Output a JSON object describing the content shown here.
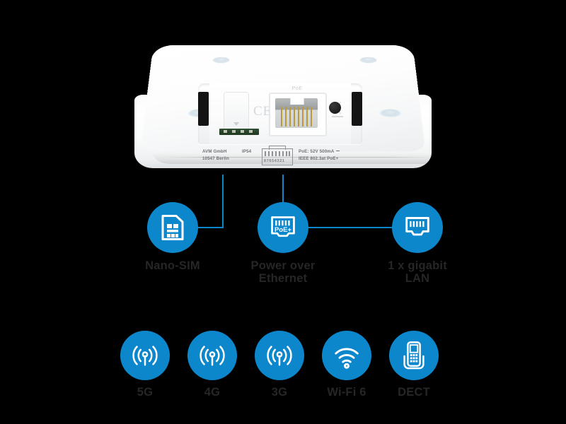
{
  "page": {
    "background_color": "#000000",
    "accent_color": "#0d87cc",
    "label_color": "#262626"
  },
  "device": {
    "name": "avm-router-device",
    "description": "White AVM FRITZ!Box router seen from above with recessed port bay",
    "ports": {
      "sim_slot": "Nano-SIM slot",
      "ethernet_port": "RJ45 PoE+ port",
      "reset_button": "reset button",
      "poe_marking": "PoE"
    },
    "printed_label": {
      "manufacturer": "AVM GmbH",
      "city": "10547 Berlin",
      "ingress_protection": "IP54",
      "pinout_numbers": "87654321",
      "power": "PoE: 52V 500mA",
      "standard": "IEEE 802.3at PoE+"
    }
  },
  "connectivity_nodes": [
    {
      "id": "nano-sim",
      "icon": "sim-card-icon",
      "label_line1": "Nano-SIM",
      "label_line2": ""
    },
    {
      "id": "poe",
      "icon": "poe-port-icon",
      "label_line1": "Power over",
      "label_line2": "Ethernet",
      "icon_text": "PoE+"
    },
    {
      "id": "gigabit-lan",
      "icon": "rj45-port-icon",
      "label_line1": "1 x gigabit",
      "label_line2": "LAN"
    }
  ],
  "radio_nodes": [
    {
      "id": "5g",
      "icon": "antenna-icon",
      "label": "5G"
    },
    {
      "id": "4g",
      "icon": "antenna-icon",
      "label": "4G"
    },
    {
      "id": "3g",
      "icon": "antenna-icon",
      "label": "3G"
    },
    {
      "id": "wifi6",
      "icon": "wifi-icon",
      "label": "Wi-Fi 6"
    },
    {
      "id": "dect",
      "icon": "dect-phone-icon",
      "label": "DECT"
    }
  ]
}
